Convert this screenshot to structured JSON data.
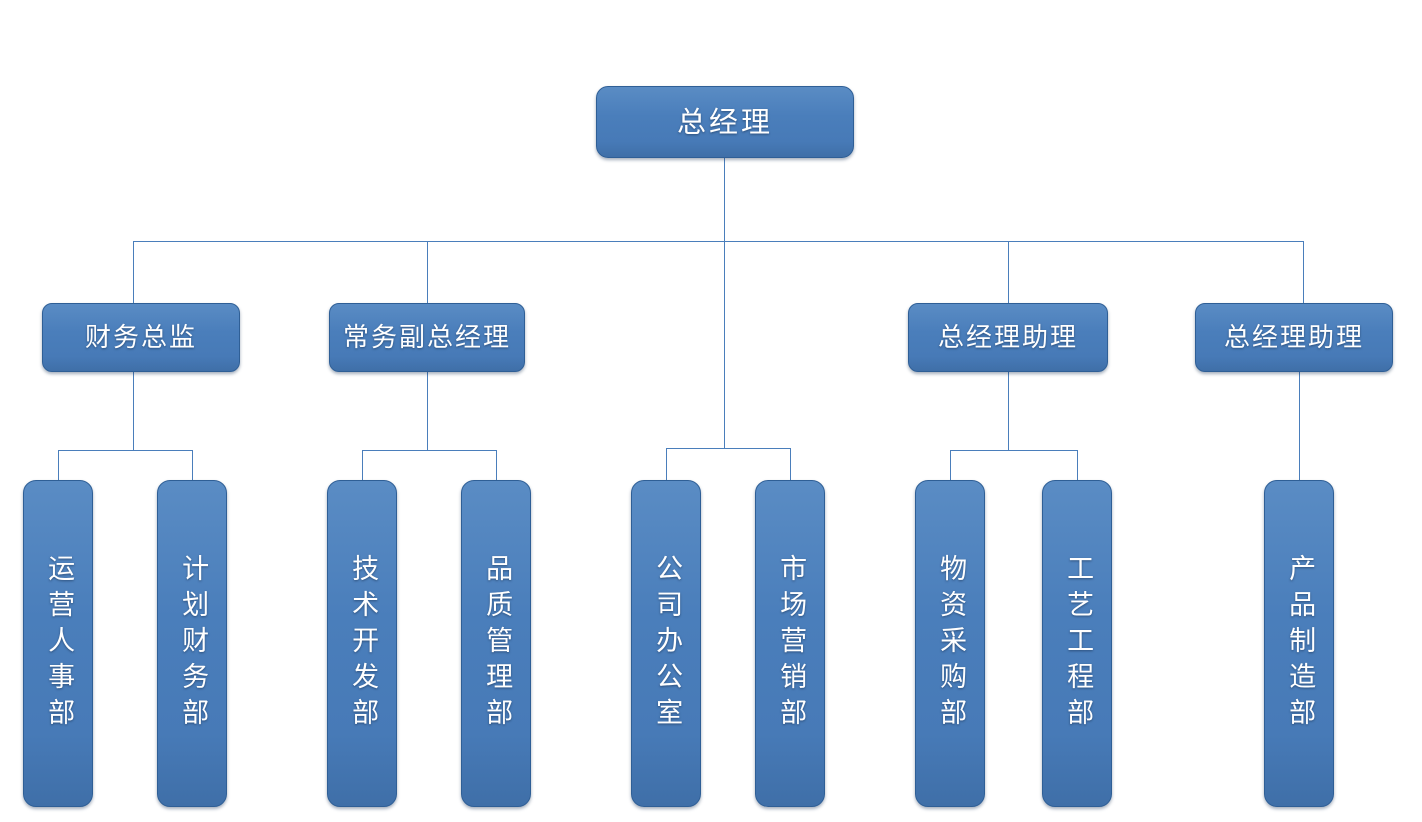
{
  "chart": {
    "type": "org-chart",
    "title": "",
    "colors": {
      "node_fill": "#4a7ebb",
      "node_fill_light": "#5a8cc4",
      "node_fill_dark": "#3f6fa8",
      "node_border": "#2f5f96",
      "connector": "#4a7ebb",
      "label_text": "#ffffff",
      "background": "#ffffff"
    },
    "root": {
      "label": "总经理"
    },
    "managers": [
      {
        "label": "财务总监"
      },
      {
        "label": "常务副总经理"
      },
      {
        "label": "总经理助理"
      },
      {
        "label": "总经理助理"
      }
    ],
    "departments": [
      {
        "label": "运营人事部",
        "parent": "财务总监"
      },
      {
        "label": "计划财务部",
        "parent": "财务总监"
      },
      {
        "label": "技术开发部",
        "parent": "常务副总经理"
      },
      {
        "label": "品质管理部",
        "parent": "常务副总经理"
      },
      {
        "label": "公司办公室",
        "parent": "总经理"
      },
      {
        "label": "市场营销部",
        "parent": "总经理"
      },
      {
        "label": "物资采购部",
        "parent": "总经理助理"
      },
      {
        "label": "工艺工程部",
        "parent": "总经理助理"
      },
      {
        "label": "产品制造部",
        "parent": "总经理助理"
      }
    ]
  }
}
